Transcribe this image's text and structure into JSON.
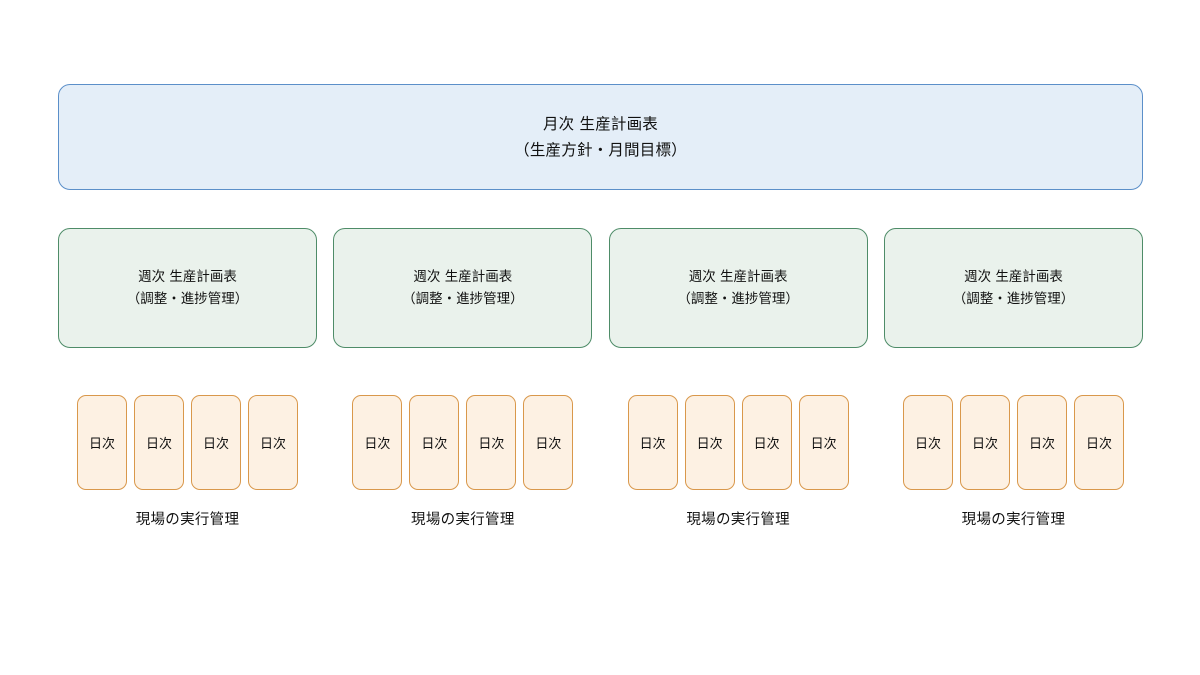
{
  "diagram": {
    "title_level": {
      "name": "monthly-plan",
      "line1": "月次 生産計画表",
      "line2": "（生産方針・月間目標）",
      "fill_color": "#e4eef8",
      "border_color": "#5b8fc9"
    },
    "weekly_level": {
      "fill_color": "#eaf2ec",
      "border_color": "#4e8c68",
      "boxes": [
        {
          "line1": "週次 生産計画表",
          "line2": "（調整・進捗管理）"
        },
        {
          "line1": "週次 生産計画表",
          "line2": "（調整・進捗管理）"
        },
        {
          "line1": "週次 生産計画表",
          "line2": "（調整・進捗管理）"
        },
        {
          "line1": "週次 生産計画表",
          "line2": "（調整・進捗管理）"
        }
      ]
    },
    "daily_level": {
      "fill_color": "#fdf1e3",
      "border_color": "#d9984b",
      "groups": [
        {
          "caption": "現場の実行管理",
          "boxes": [
            {
              "label": "日次"
            },
            {
              "label": "日次"
            },
            {
              "label": "日次"
            },
            {
              "label": "日次"
            }
          ]
        },
        {
          "caption": "現場の実行管理",
          "boxes": [
            {
              "label": "日次"
            },
            {
              "label": "日次"
            },
            {
              "label": "日次"
            },
            {
              "label": "日次"
            }
          ]
        },
        {
          "caption": "現場の実行管理",
          "boxes": [
            {
              "label": "日次"
            },
            {
              "label": "日次"
            },
            {
              "label": "日次"
            },
            {
              "label": "日次"
            }
          ]
        },
        {
          "caption": "現場の実行管理",
          "boxes": [
            {
              "label": "日次"
            },
            {
              "label": "日次"
            },
            {
              "label": "日次"
            },
            {
              "label": "日次"
            }
          ]
        }
      ]
    }
  }
}
